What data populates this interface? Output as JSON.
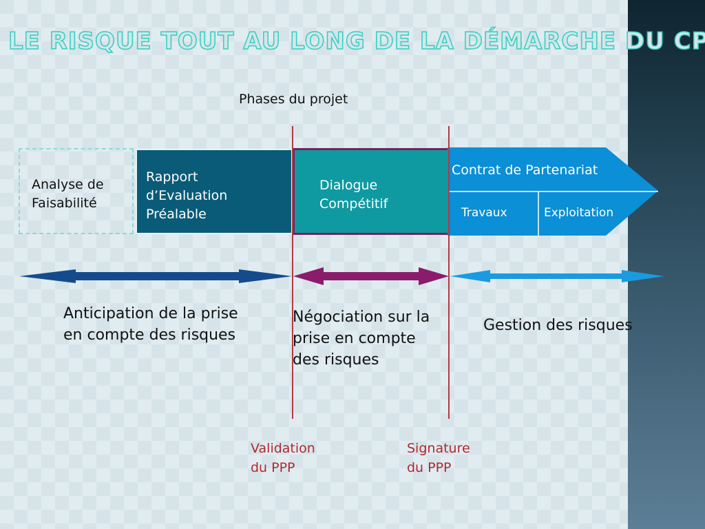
{
  "title": "Le risque tout au long de la démarche du CP",
  "phases_label": "Phases du projet",
  "phases": {
    "analyse": "Analyse de\nFaisabilité",
    "rapport": "Rapport\nd’Evaluation\nPréalable",
    "dialogue": "Dialogue\nCompétitif",
    "contrat": "Contrat de Partenariat",
    "travaux": "Travaux",
    "exploitation": "Exploitation"
  },
  "risk_phases": {
    "anticipation": "Anticipation de la prise\nen compte des risques",
    "negociation": "Négociation sur la\nprise en compte\ndes risques",
    "gestion": "Gestion des risques"
  },
  "milestones": {
    "validation": "Validation\ndu PPP",
    "signature": "Signature\ndu PPP"
  },
  "colors": {
    "title_outline": "#2fd0c0",
    "rapport_box": "#0a5b78",
    "dialogue_box": "#0f9aa1",
    "dialogue_border": "#7b1e5c",
    "contrat_box": "#0b8fd6",
    "arrow_anticipation": "#154b8c",
    "arrow_negociation": "#8a1d6b",
    "arrow_gestion": "#1a9be0",
    "milestone_line": "#b23a3f",
    "milestone_text": "#b1282e"
  }
}
